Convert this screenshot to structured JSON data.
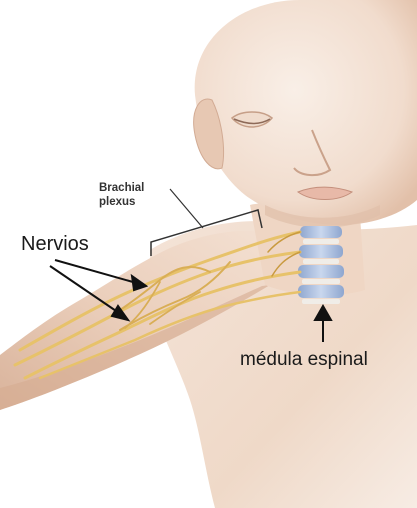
{
  "labels": {
    "brachial_plexus_line1": "Brachial",
    "brachial_plexus_line2": "plexus",
    "nerves": "Nervios",
    "spinal_cord": "médula espinal"
  },
  "colors": {
    "background": "#ffffff",
    "skin_light": "#f5e7dc",
    "skin_mid": "#ecd3c1",
    "skin_shadow": "#dcb79f",
    "nerve": "#e7c26a",
    "nerve_dark": "#c99a3f",
    "vertebra": "#b6c8e6",
    "vertebra_disc": "#f0ede8",
    "label_text": "#1a1a1a",
    "arrow": "#111111"
  },
  "icons": [
    "arrow-up-icon",
    "arrow-pointer-icon",
    "bracket-icon"
  ]
}
